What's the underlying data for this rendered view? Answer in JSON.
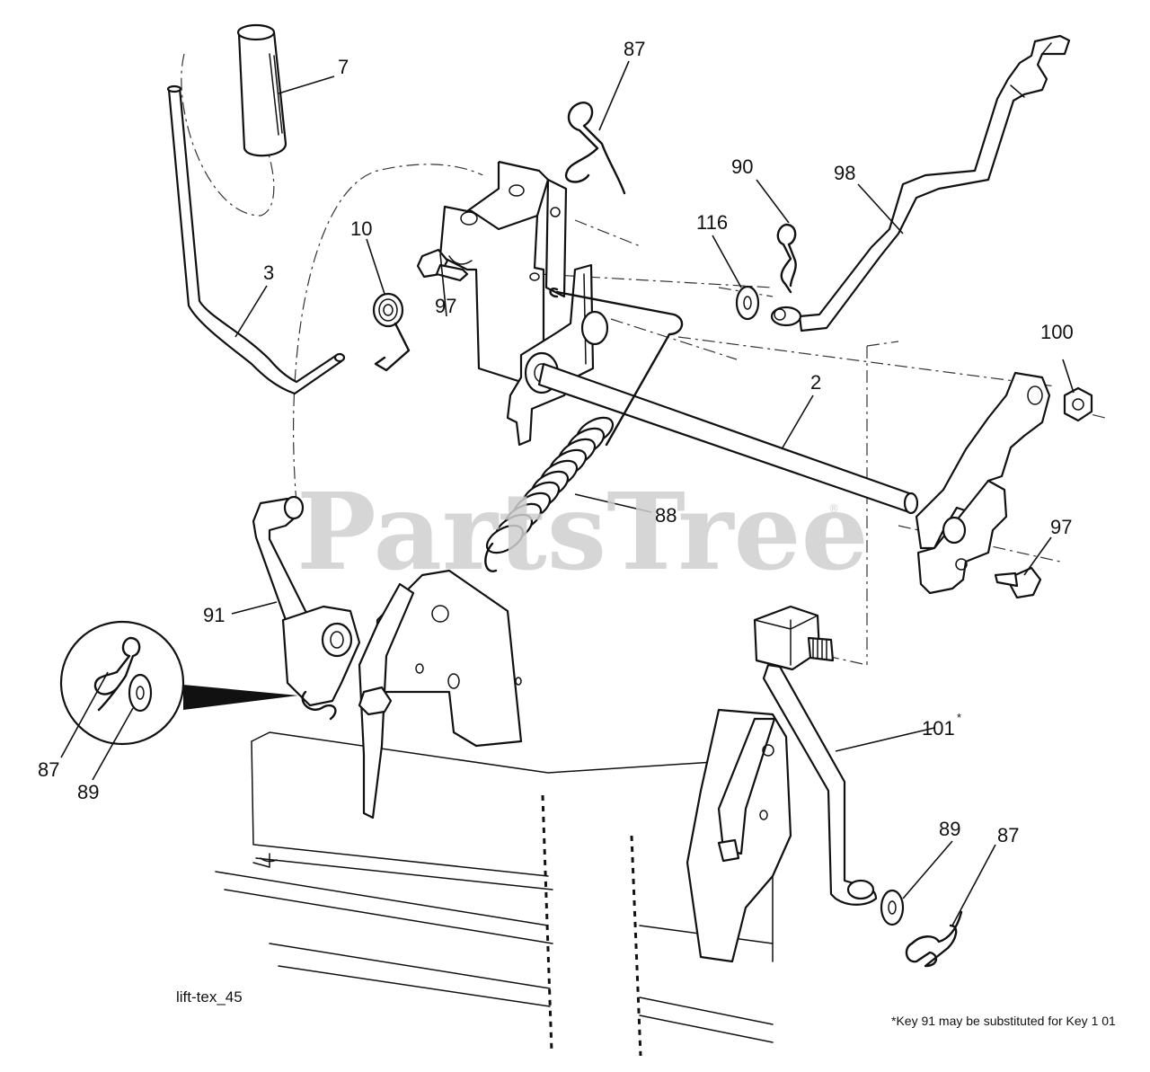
{
  "diagram": {
    "reference": "lift-tex_45",
    "footnote": "*Key 91 may be substituted for Key 1 01",
    "watermark": "PartsTree",
    "watermark_mark": "®"
  },
  "callouts": {
    "c7": "7",
    "c87_top": "87",
    "c90": "90",
    "c98": "98",
    "c116": "116",
    "c10": "10",
    "c3": "3",
    "c97_left": "97",
    "c100": "100",
    "c2": "2",
    "c88": "88",
    "c97_right": "97",
    "c91": "91",
    "c87_detail": "87",
    "c89_detail": "89",
    "c101": "101",
    "c101_mark": "*",
    "c89_bottom": "89",
    "c87_bottom": "87"
  }
}
